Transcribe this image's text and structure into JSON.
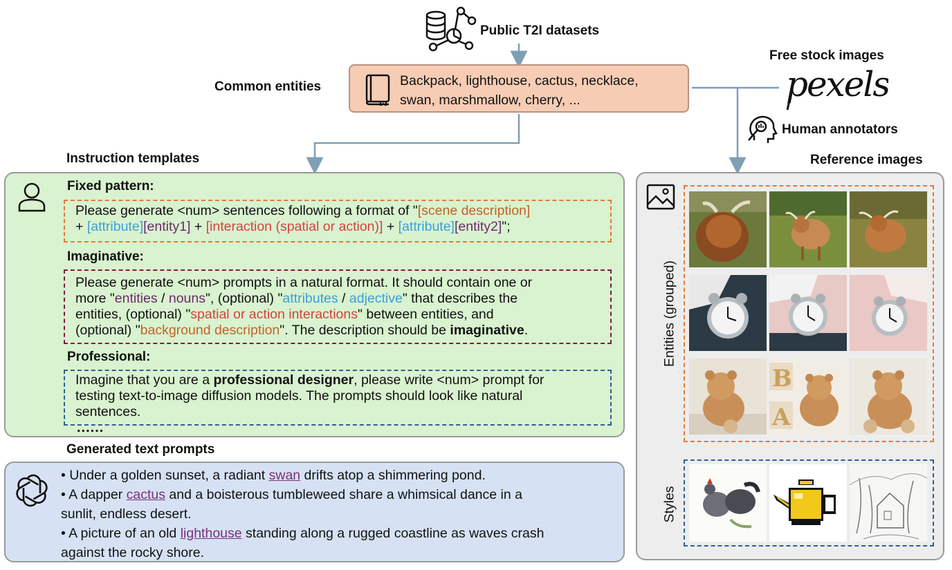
{
  "top": {
    "datasets_label": "Public T2I datasets",
    "common_entities_label": "Common entities",
    "entities_line1": "Backpack, lighthouse, cactus, necklace,",
    "entities_line2": "swan, marshmallow, cherry, ...",
    "free_stock_label": "Free stock images",
    "pexels_logo": "pexels",
    "human_annotators_label": "Human annotators"
  },
  "templates": {
    "title": "Instruction templates",
    "fixed": {
      "heading": "Fixed pattern:",
      "t1": "Please generate <num> sentences following a format of \"",
      "scene": "[scene description]",
      "t2": "+ ",
      "attr1": "[attribute]",
      "ent1": "[entity1]",
      "t3": " + ",
      "interaction": "[interaction (spatial or action)]",
      "t4": " + ",
      "attr2": "[attribute]",
      "ent2": "[entity2]",
      "t5": "\";"
    },
    "imaginative": {
      "heading": "Imaginative:",
      "t1": "Please generate <num> prompts in a natural format. It should contain one or",
      "t2": "more \"",
      "entities": "entities",
      "slash1": " / ",
      "nouns": "nouns",
      "t3": "\", (optional) \"",
      "attributes": "attributes",
      "slash2": " / ",
      "adjective": "adjective",
      "t4": "\" that describes the",
      "t5": "entities, (optional) \"",
      "spatial": "spatial or action interactions",
      "t6": "\" between entities, and",
      "t7": "(optional) \"",
      "background": "background description",
      "t8": "\". The description should be ",
      "imaginative_bold": "imaginative",
      "t9": "."
    },
    "professional": {
      "heading": "Professional:",
      "t1": "Imagine that you are a ",
      "designer_bold": "professional designer",
      "t2": ", please write <num> prompt for",
      "t3": "testing text-to-image diffusion models. The prompts should look like natural",
      "t4": "sentences."
    },
    "ellipsis": "......"
  },
  "generated": {
    "title": "Generated text prompts",
    "p1_a": "• Under a golden sunset, a radiant ",
    "p1_link": "swan",
    "p1_b": " drifts atop a shimmering pond.",
    "p2_a": "• A dapper ",
    "p2_link": "cactus",
    "p2_b": " and a boisterous tumbleweed share a whimsical dance in a",
    "p2_c": "sunlit, endless desert.",
    "p3_a": "• A picture of an old ",
    "p3_link": "lighthouse",
    "p3_b": " standing along a rugged coastline as waves crash",
    "p3_c": "against the rocky shore."
  },
  "reference": {
    "title": "Reference images",
    "entities_label": "Entities (grouped)",
    "styles_label": "Styles"
  },
  "colors": {
    "arrow": "#7f9fb5",
    "entities_box": "#f6cdb4",
    "templates_bg": "#d9f2cf",
    "generated_bg": "#d6e2f4",
    "reference_bg": "#ededed",
    "orange_dash": "#e07b39",
    "maroon_dash": "#7a1f3d",
    "blue_dash": "#2d5f95"
  }
}
